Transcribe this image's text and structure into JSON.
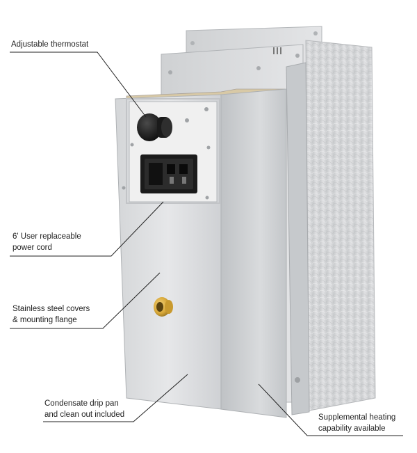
{
  "callouts": {
    "thermostat": {
      "lines": [
        "Adjustable thermostat"
      ]
    },
    "power_cord": {
      "lines": [
        "6' User replaceable",
        "power cord"
      ]
    },
    "covers": {
      "lines": [
        "Stainless steel covers",
        "& mounting flange"
      ]
    },
    "drip_pan": {
      "lines": [
        "Condensate drip pan",
        "and clean out included"
      ]
    },
    "heating": {
      "lines": [
        "Supplemental heating",
        "capability available"
      ]
    }
  },
  "colors": {
    "steel_light": "#e3e4e6",
    "steel_mid": "#c9cbce",
    "steel_dark": "#a9acb0",
    "insulation": "#d7d8da",
    "brass": "#d9a93a",
    "text": "#222222"
  },
  "icons": [
    "thermostat-knob-icon",
    "power-inlet-icon",
    "brass-fitting-icon"
  ]
}
